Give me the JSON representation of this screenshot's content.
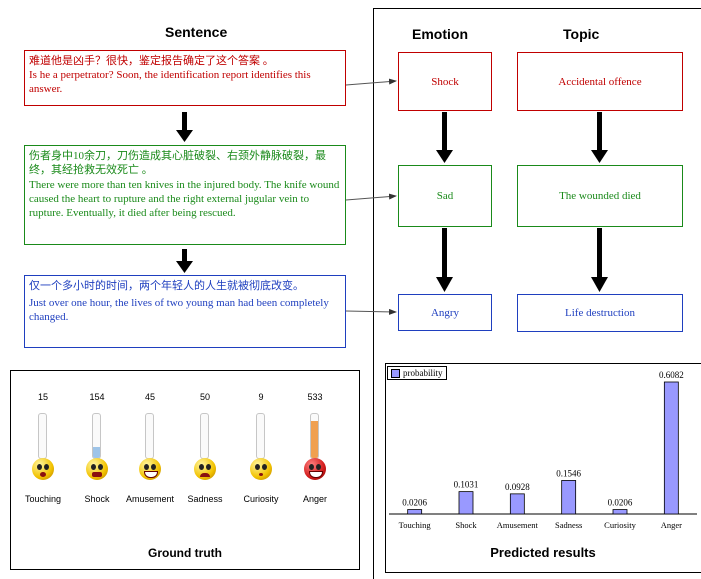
{
  "headers": {
    "sentence": "Sentence",
    "emotion": "Emotion",
    "topic": "Topic"
  },
  "sentences": [
    {
      "zh": "难道他是凶手？很快，鉴定报告确定了这个答案 。",
      "en": "Is he a perpetrator? Soon, the identification report identifies this answer.",
      "color": "#c00000"
    },
    {
      "zh": "伤者身中10余刀，刀伤造成其心脏破裂、右颈外静脉破裂，最终，其经抢救无效死亡 。",
      "en": "There were more than ten knives in the injured body. The knife wound caused the heart to rupture and the right external jugular vein to rupture.  Eventually, it died after  being rescued.",
      "color": "#1a8a1a"
    },
    {
      "zh": "仅一个多小时的时间，两个年轻人的人生就被彻底改变。",
      "en": "Just over one hour, the lives of two young man had been completely changed.",
      "color": "#1f3fbf"
    }
  ],
  "emotions": [
    "Shock",
    "Sad",
    "Angry"
  ],
  "topics": [
    "Accidental offence",
    "The wounded died",
    "Life destruction"
  ],
  "ground_truth": {
    "title": "Ground truth",
    "labels": [
      "Touching",
      "Shock",
      "Amusement",
      "Sadness",
      "Curiosity",
      "Anger"
    ],
    "counts": [
      "15",
      "154",
      "45",
      "50",
      "9",
      "533"
    ],
    "fill_fraction": [
      0.0,
      0.24,
      0.0,
      0.0,
      0.0,
      0.83
    ],
    "fill_colors": [
      "#9ec4e8",
      "#9ec4e8",
      "#9ec4e8",
      "#9ec4e8",
      "#9ec4e8",
      "#f0a050"
    ],
    "icons": [
      "touching-face-icon",
      "shock-face-icon",
      "amusement-face-icon",
      "sadness-face-icon",
      "curiosity-face-icon",
      "anger-face-icon"
    ]
  },
  "predicted": {
    "title": "Predicted results",
    "legend": "probability",
    "bar_color": "#9999ff"
  },
  "chart_data": {
    "type": "bar",
    "categories": [
      "Touching",
      "Shock",
      "Amusement",
      "Sadness",
      "Curiosity",
      "Anger"
    ],
    "series": [
      {
        "name": "probability",
        "values": [
          0.0206,
          0.1031,
          0.0928,
          0.1546,
          0.0206,
          0.6082
        ]
      }
    ],
    "data_labels": [
      "0.0206",
      "0.1031",
      "0.0928",
      "0.1546",
      "0.0206",
      "0.6082"
    ],
    "ylim": [
      0,
      0.6082
    ],
    "legend_position": "top-left",
    "title": "Predicted results"
  }
}
